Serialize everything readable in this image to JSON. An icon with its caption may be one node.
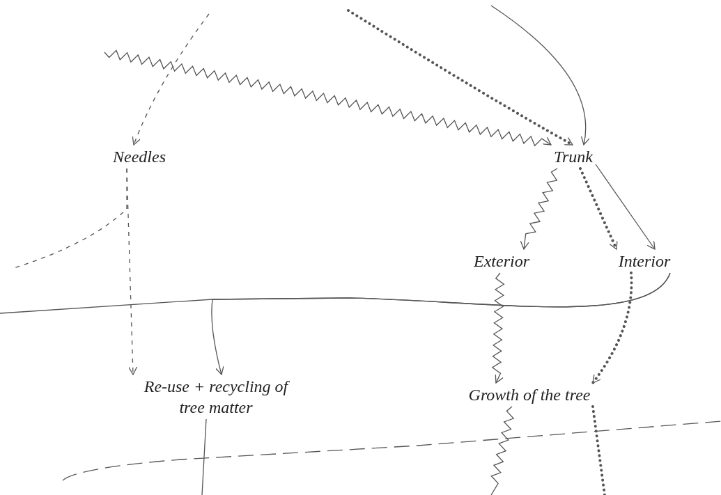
{
  "diagram": {
    "nodes": [
      {
        "text": [
          "Needles"
        ]
      },
      {
        "text": [
          "Trunk"
        ]
      },
      {
        "text": [
          "Exterior"
        ]
      },
      {
        "text": [
          "Interior"
        ]
      },
      {
        "text": [
          "Re-use + recycling of tree matter"
        ]
      },
      {
        "text": [
          "Growth of the tree"
        ]
      }
    ],
    "edges": [
      {
        "from": null,
        "to": 0,
        "arrow": "to",
        "style": "dashed"
      },
      {
        "from": null,
        "to": 1,
        "arrow": "to"
      },
      {
        "from": null,
        "to": 1,
        "arrow": "to",
        "style": "dashed"
      },
      {
        "from": null,
        "to": 1,
        "arrow": "to"
      },
      {
        "from": 0,
        "to": 4,
        "arrow": "to",
        "style": "dashed"
      },
      {
        "from": 0,
        "to": null,
        "arrow": "none",
        "style": "dashed"
      },
      {
        "from": 1,
        "to": 2,
        "arrow": "to"
      },
      {
        "from": 1,
        "to": 3,
        "arrow": "to",
        "style": "dashed"
      },
      {
        "from": 1,
        "to": 3,
        "arrow": "to"
      },
      {
        "from": 2,
        "to": 5,
        "arrow": "to"
      },
      {
        "from": 3,
        "to": 5,
        "arrow": "to",
        "style": "dashed"
      },
      {
        "from": 5,
        "to": null,
        "arrow": "none",
        "style": "dashed"
      },
      {
        "from": 5,
        "to": null,
        "arrow": "none"
      },
      {
        "from": 3,
        "to": 4,
        "arrow": "to"
      },
      {
        "from": null,
        "to": 3,
        "arrow": "none"
      },
      {
        "from": 4,
        "to": null,
        "arrow": "none"
      }
    ]
  }
}
